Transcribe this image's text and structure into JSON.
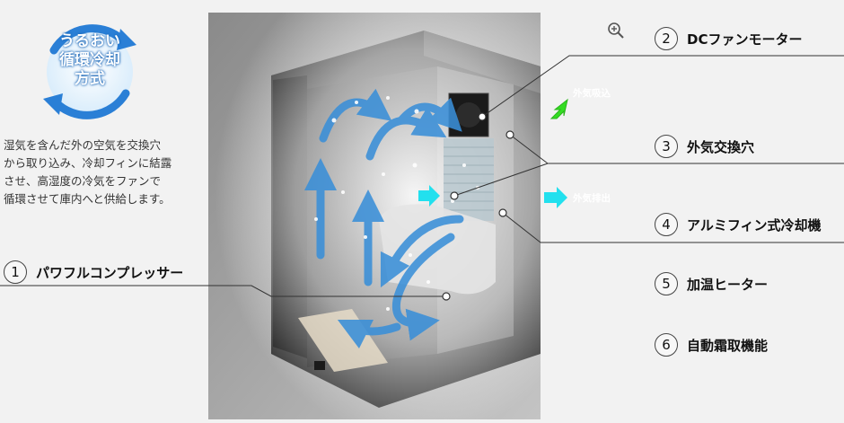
{
  "badge": {
    "lines": [
      "うるおい",
      "循環冷却",
      "方式"
    ]
  },
  "description": [
    "湿気を含んだ外の空気を交換穴",
    "から取り込み、冷却フィンに結露",
    "させ、高湿度の冷気をファンで",
    "循環させて庫内へと供給します。"
  ],
  "labels": [
    {
      "num": "1",
      "text": "パワフルコンプレッサー"
    },
    {
      "num": "2",
      "text": "DCファンモーター"
    },
    {
      "num": "3",
      "text": "外気交換穴"
    },
    {
      "num": "4",
      "text": "アルミフィン式冷却機"
    },
    {
      "num": "5",
      "text": "加温ヒーター"
    },
    {
      "num": "6",
      "text": "自動霜取機能"
    }
  ],
  "flow": {
    "intake": "外気吸込",
    "exhaust": "外気排出"
  },
  "icons": {
    "zoom": "zoom-in-icon"
  },
  "colors": {
    "badge_blue": "#2a7fd6",
    "intake_arrow": "#33dd22",
    "exhaust_arrow": "#22e0ee",
    "air_arrow": "#3a8fd8"
  }
}
